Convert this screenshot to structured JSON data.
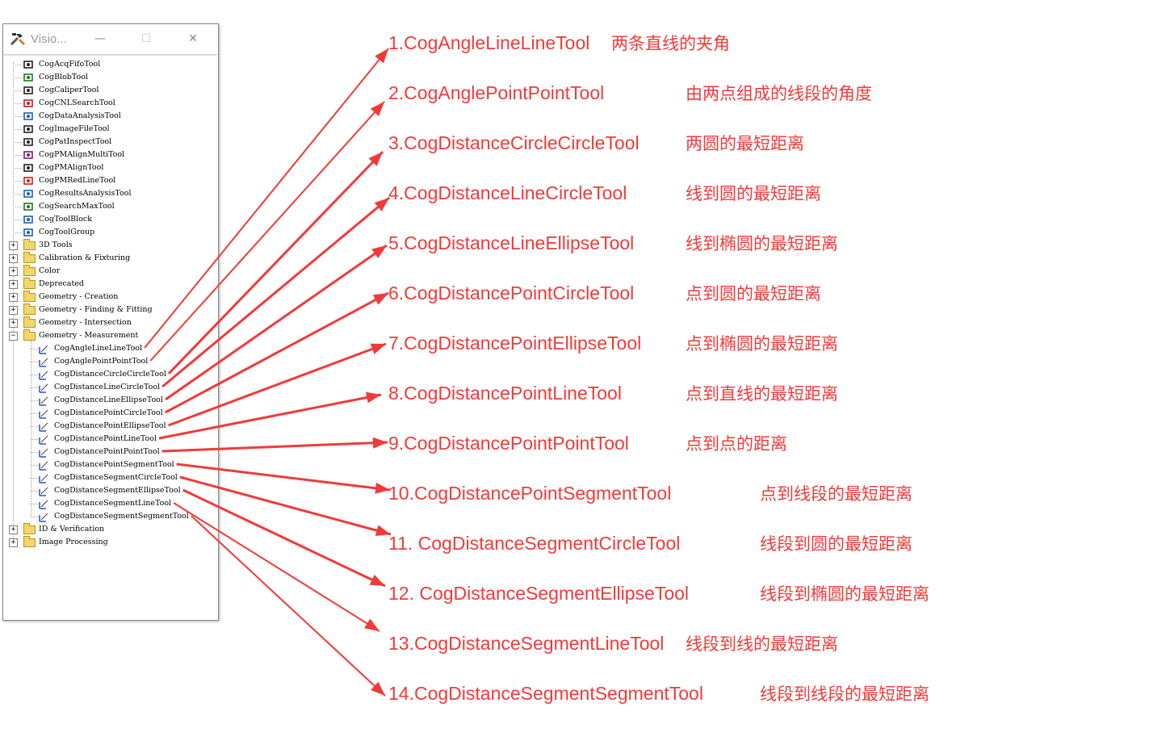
{
  "window": {
    "title": "Visio...",
    "buttons": {
      "minimize": "—",
      "maximize": "☐",
      "close": "✕"
    }
  },
  "tree": {
    "root_tools": [
      "CogAcqFifoTool",
      "CogBlobTool",
      "CogCaliperTool",
      "CogCNLSearchTool",
      "CogDataAnalysisTool",
      "CogImageFileTool",
      "CogPatInspectTool",
      "CogPMAlignMultiTool",
      "CogPMAlignTool",
      "CogPMRedLineTool",
      "CogResultsAnalysisTool",
      "CogSearchMaxTool",
      "CogToolBlock",
      "CogToolGroup"
    ],
    "folders_before": [
      "3D Tools",
      "Calibration & Fixturing",
      "Color",
      "Deprecated",
      "Geometry - Creation",
      "Geometry - Finding & Fitting",
      "Geometry - Intersection"
    ],
    "expanded_folder": "Geometry - Measurement",
    "measurement_tools": [
      "CogAngleLineLineTool",
      "CogAnglePointPointTool",
      "CogDistanceCircleCircleTool",
      "CogDistanceLineCircleTool",
      "CogDistanceLineEllipseTool",
      "CogDistancePointCircleTool",
      "CogDistancePointEllipseTool",
      "CogDistancePointLineTool",
      "CogDistancePointPointTool",
      "CogDistancePointSegmentTool",
      "CogDistanceSegmentCircleTool",
      "CogDistanceSegmentEllipseTool",
      "CogDistanceSegmentLineTool",
      "CogDistanceSegmentSegmentTool"
    ],
    "folders_after": [
      "ID & Verification",
      "Image Processing"
    ]
  },
  "annotations": [
    {
      "name": "1.CogAngleLineLineTool",
      "desc": "两条直线的夹角"
    },
    {
      "name": "2.CogAnglePointPointTool",
      "desc": "由两点组成的线段的角度"
    },
    {
      "name": "3.CogDistanceCircleCircleTool",
      "desc": "两圆的最短距离"
    },
    {
      "name": "4.CogDistanceLineCircleTool",
      "desc": "线到圆的最短距离"
    },
    {
      "name": "5.CogDistanceLineEllipseTool",
      "desc": "线到椭圆的最短距离"
    },
    {
      "name": "6.CogDistancePointCircleTool",
      "desc": "点到圆的最短距离"
    },
    {
      "name": "7.CogDistancePointEllipseTool",
      "desc": "点到椭圆的最短距离"
    },
    {
      "name": "8.CogDistancePointLineTool",
      "desc": "点到直线的最短距离"
    },
    {
      "name": "9.CogDistancePointPointTool",
      "desc": "点到点的距离"
    },
    {
      "name": "10.CogDistancePointSegmentTool",
      "desc": "点到线段的最短距离"
    },
    {
      "name": "11. CogDistanceSegmentCircleTool",
      "desc": "线段到圆的最短距离"
    },
    {
      "name": "12. CogDistanceSegmentEllipseTool",
      "desc": "线段到椭圆的最短距离"
    },
    {
      "name": "13.CogDistanceSegmentLineTool",
      "desc": "线段到线的最短距离"
    },
    {
      "name": "14.CogDistanceSegmentSegmentTool",
      "desc": "线段到线段的最短距离"
    }
  ],
  "colors": {
    "annotation": "#f03a3a",
    "folder": "#f3d56b"
  }
}
